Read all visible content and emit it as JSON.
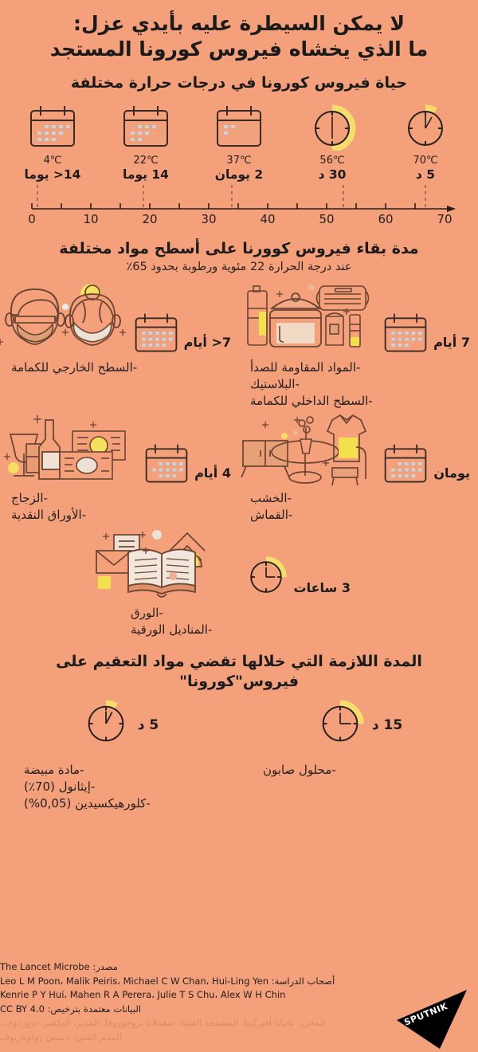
{
  "title": "لا يمكن السيطرة عليه بأيدي عزل:\nما الذي يخشاه فيروس كورونا المستجد",
  "title_line1": "لا يمكن السيطرة عليه بأيدي عزل:",
  "title_line2": "ما الذي يخشاه فيروس كورونا المستجد",
  "colors": {
    "background": "#f4a07a",
    "text": "#231f20",
    "accent_yellow": "#f2e14c",
    "accent_yellow_soft": "#f5dd6b",
    "calendar_dot": "#bcd8e6",
    "outline": "#3a2a23",
    "muted_text": "#e08a62"
  },
  "temperature_section": {
    "heading": "حياة فيروس كورونا في درجات حرارة مختلفة",
    "items": [
      {
        "temp": "4℃",
        "duration": "14< يوما",
        "icon": "calendar-icon",
        "axis_value": 4
      },
      {
        "temp": "22℃",
        "duration": "14 يوما",
        "icon": "calendar-icon",
        "axis_value": 22
      },
      {
        "temp": "37℃",
        "duration": "2 يومان",
        "icon": "calendar-icon",
        "axis_value": 37
      },
      {
        "temp": "56℃",
        "duration": "30 د",
        "icon": "clock-icon",
        "axis_value": 56
      },
      {
        "temp": "70℃",
        "duration": "5 د",
        "icon": "clock-icon",
        "axis_value": 70
      }
    ],
    "axis": {
      "labels": [
        "0",
        "10",
        "20",
        "30",
        "40",
        "50",
        "60",
        "70"
      ],
      "min": 0,
      "max": 78,
      "tick_step": 5,
      "label_step": 10
    }
  },
  "surfaces_section": {
    "heading": "مدة بقاء فيروس كوورنا على أسطح مواد مختلفة",
    "subheading": "عند درجة الحرارة 22 مئوية ورطوبة بحدود 65٪",
    "items": [
      {
        "duration": "7< أيام",
        "icon": "masked-faces-icon",
        "materials": [
          "-السطح الخارجي للكمامة"
        ]
      },
      {
        "duration": "7 أيام",
        "icon": "plastic-metal-items-icon",
        "materials": [
          "-المواد المقاومة للصدأ",
          "-البلاستيك",
          "-السطح الداخلي للكمامة"
        ]
      },
      {
        "duration": "4 أيام",
        "icon": "glass-banknotes-icon",
        "materials": [
          "-الزجاج",
          "-الأوراق النقدية"
        ]
      },
      {
        "duration": "يومان",
        "icon": "wood-fabric-icon",
        "materials": [
          "-الخشب",
          "-القماش"
        ]
      },
      {
        "duration": "3 ساعات",
        "icon": "paper-book-icon",
        "materials": [
          "-الورق",
          "-المناديل الورقية"
        ]
      }
    ]
  },
  "disinfection_section": {
    "heading_line1": "المدة اللازمة التي خلالها تقضي مواد التعقيم على",
    "heading_line2": "فيروس\"كورونا\"",
    "items": [
      {
        "duration": "15 د",
        "icon": "clock-icon",
        "agents": [
          "-محلول صابون"
        ]
      },
      {
        "duration": "5 د",
        "icon": "clock-icon",
        "agents": [
          "-مادة مبيضة",
          "-إيثانول (70٪)",
          "-كلورهيكسيدين (0,05%)"
        ]
      }
    ]
  },
  "footer": {
    "source": "مصدر: The Lancet Microbe",
    "authors_line1": "أصحاب الدراسة: Leo L M Poon، Malik Peiris، Michael C W Chan، Hui-Ling Yen",
    "authors_line2": "Kenrie P Y Hui، Mahen R A Perera، Julie T S Chu، Alex W H Chin",
    "license": "البيانات معتمدة بترخيص: CC BY 4.0",
    "credits_line1": "المحرر: تاتيانا أفيركينا، المصممة الفنية: سفيتلانا بروخوروفا، المدير: أليكسي دروزدوف،",
    "credits_line2": "المدير الفني: دينيس زولوتاريوف",
    "logo": "SPUTNIK"
  }
}
